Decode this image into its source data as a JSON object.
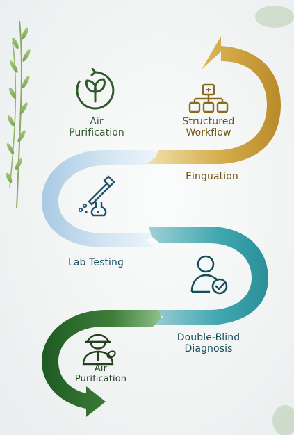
{
  "labels": {
    "air_purification_top": {
      "line1": "Air",
      "line2": "Purification"
    },
    "structured_workflow": {
      "line1": "Structured",
      "line2": "Workflow"
    },
    "einguation": "Einguation",
    "lab_testing": "Lab Testing",
    "double_blind": {
      "line1": "Double-Blind",
      "line2": "Diagnosis"
    },
    "air_purification_bottom": {
      "line1": "Air",
      "line2": "Purification"
    }
  },
  "icons": [
    "leaf-recycle-icon",
    "flowchart-icon",
    "dropper-flask-icon",
    "user-check-icon",
    "farmer-icon"
  ],
  "colors": {
    "gold": "#d1a640",
    "light_blue": "#bcd8ec",
    "teal": "#3fa2ac",
    "green": "#2f6e2d",
    "text_green": "#2f5a2c",
    "text_blue": "#21506b",
    "text_teal": "#134d58"
  }
}
